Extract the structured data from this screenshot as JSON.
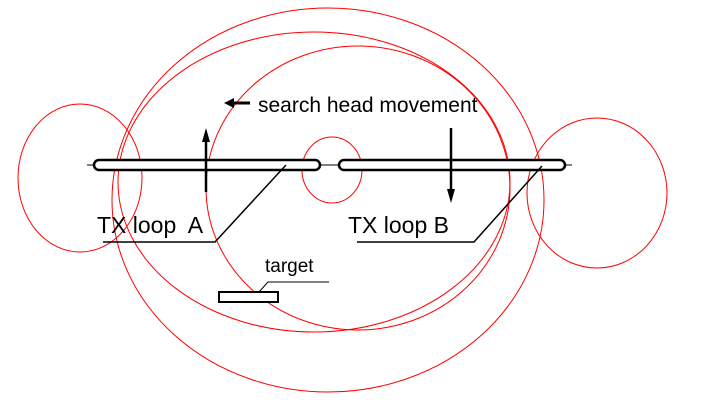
{
  "labels": {
    "movement": "search head movement",
    "loop_a": "TX loop  A",
    "loop_b": "TX loop B",
    "target": "target"
  },
  "colors": {
    "field": "#ff0000",
    "ink": "#000000",
    "background": "#ffffff"
  }
}
